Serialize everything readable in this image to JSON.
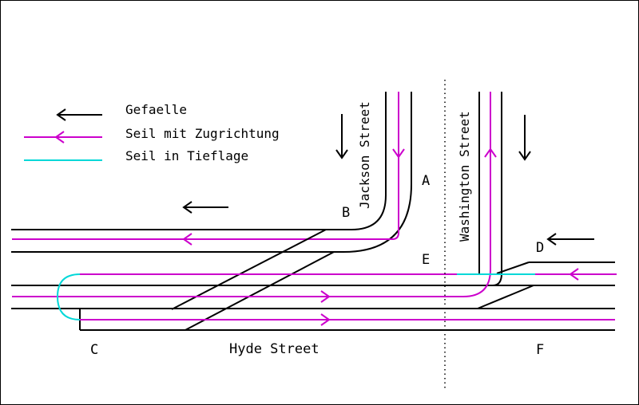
{
  "legend": {
    "gradient": "Gefaelle",
    "cable_pull": "Seil mit Zugrichtung",
    "cable_low": "Seil in Tieflage"
  },
  "streets": {
    "jackson": "Jackson Street",
    "washington": "Washington Street",
    "hyde": "Hyde Street"
  },
  "points": {
    "a": "A",
    "b": "B",
    "c": "C",
    "d": "D",
    "e": "E",
    "f": "F"
  },
  "colors": {
    "track": "#000000",
    "cable_pull": "#cc00cc",
    "cable_low": "#00d8d8"
  },
  "icons": [
    "gradient-arrow-icon",
    "cable-arrow-icon"
  ]
}
